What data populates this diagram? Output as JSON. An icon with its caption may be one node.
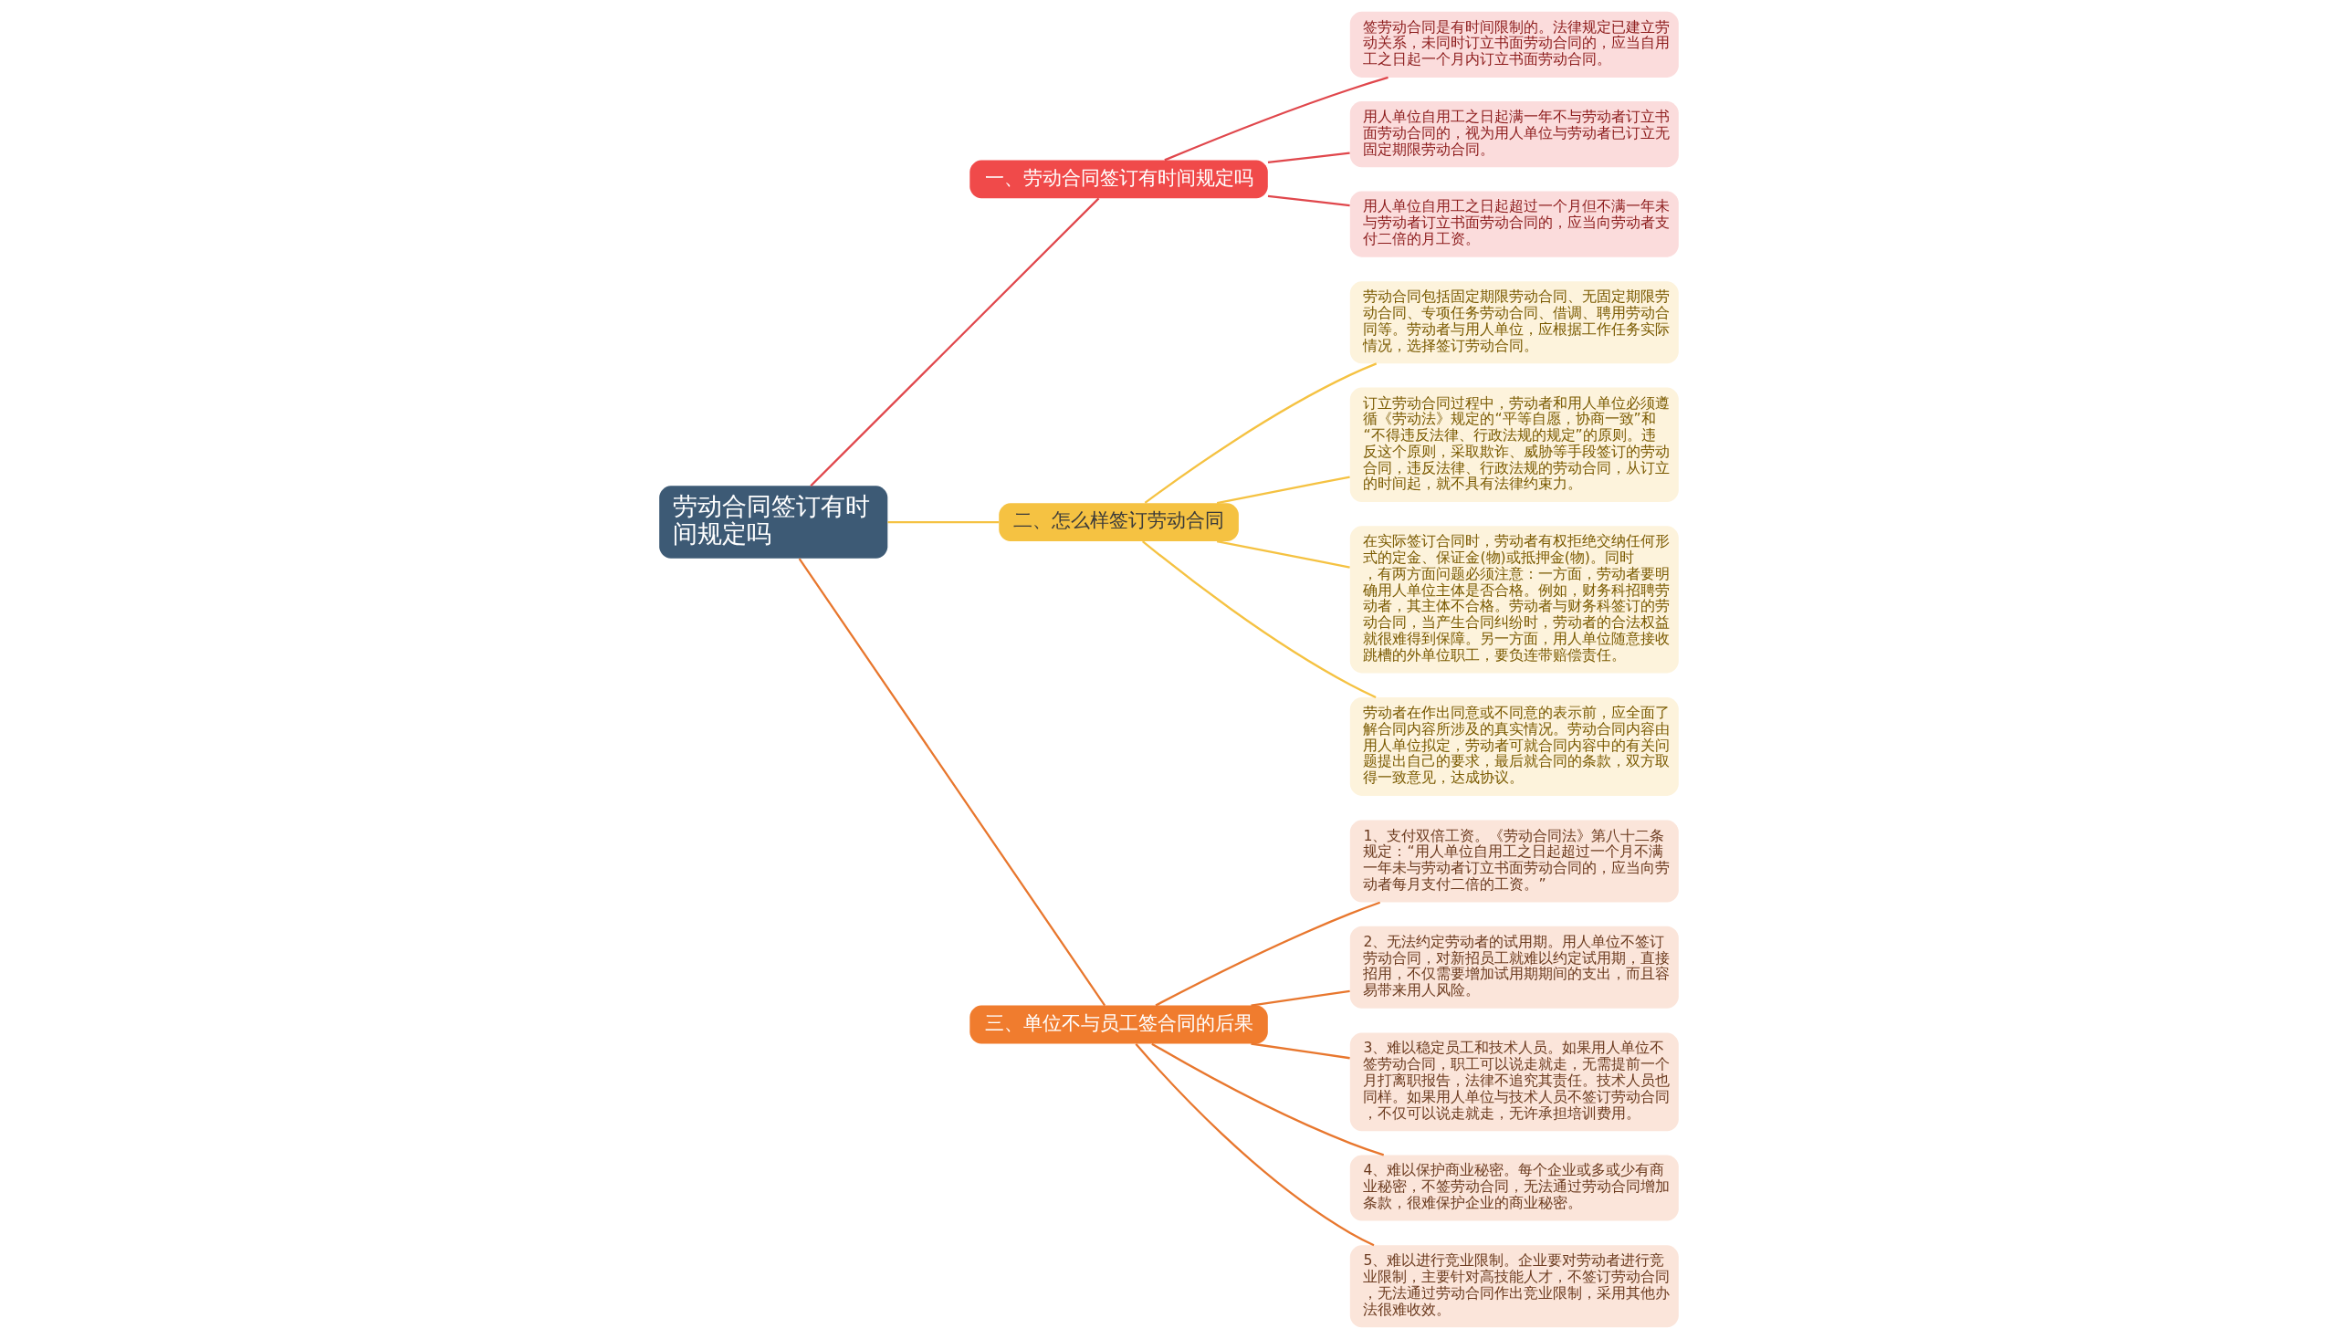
{
  "diagram": {
    "nodes": [
      {
        "text": [
          "劳动合同签订有时间规定吗"
        ]
      },
      {
        "text": [
          "一、劳动合同签订有时间规定吗"
        ]
      },
      {
        "text": [
          "签劳动合同是有时间限制的。法律规定已建立劳动关系，未同时订立书面劳动合同的，应当自用工之日起一个月内订立书面劳动合同。"
        ]
      },
      {
        "text": [
          "用人单位自用工之日起满一年不与劳动者订立书面劳动合同的，视为用人单位与劳动者已订立无固定期限劳动合同。"
        ]
      },
      {
        "text": [
          "用人单位自用工之日起超过一个月但不满一年未与劳动者订立书面劳动合同的，应当向劳动者支付二倍的月工资。"
        ]
      },
      {
        "text": [
          "二、怎么样签订劳动合同"
        ]
      },
      {
        "text": [
          "劳动合同包括固定期限劳动合同、无固定期限劳动合同、专项任务劳动合同、借调、聘用劳动合同等。劳动者与用人单位，应根据工作任务实际情况，选择签订劳动合同。"
        ]
      },
      {
        "text": [
          "订立劳动合同过程中，劳动者和用人单位必须遵循《劳动法》规定的“平等自愿，协商一致”和“不得违反法律、行政法规的规定”的原则。违反这个原则，采取欺诈、威胁等手段签订的劳动合同，违反法律、行政法规的劳动合同，从订立的时间起，就不具有法律约束力。"
        ]
      },
      {
        "text": [
          "在实际签订合同时，劳动者有权拒绝交纳任何形式的定金、保证金(物)或抵押金(物)。同时，有两方面问题必须注意：一方面，劳动者要明确用人单位主体是否合格。例如，财务科招聘劳动者，其主体不合格。劳动者与财务科签订的劳动合同，当产生合同纠纷时，劳动者的合法权益就很难得到保障。另一方面，用人单位随意接收跳槽的外单位职工，要负连带赔偿责任。"
        ]
      },
      {
        "text": [
          "劳动者在作出同意或不同意的表示前，应全面了解合同内容所涉及的真实情况。劳动合同内容由用人单位拟定，劳动者可就合同内容中的有关问题提出自己的要求，最后就合同的条款，双方取得一致意见，达成协议。"
        ]
      },
      {
        "text": [
          "三、单位不与员工签合同的后果"
        ]
      },
      {
        "text": [
          "1、支付双倍工资。《劳动合同法》第八十二条规定：“用人单位自用工之日起超过一个月不满一年未与劳动者订立书面劳动合同的，应当向劳动者每月支付二倍的工资。”"
        ]
      },
      {
        "text": [
          "2、无法约定劳动者的试用期。用人单位不签订劳动合同，对新招员工就难以约定试用期，直接招用，不仅需要增加试用期期间的支出，而且容易带来用人风险。"
        ]
      },
      {
        "text": [
          "3、难以稳定员工和技术人员。如果用人单位不签劳动合同，职工可以说走就走，无需提前一个月打离职报告，法律不追究其责任。技术人员也同样。如果用人单位与技术人员不签订劳动合同，不仅可以说走就走，无许承担培训费用。"
        ]
      },
      {
        "text": [
          "4、难以保护商业秘密。每个企业或多或少有商业秘密，不签劳动合同，无法通过劳动合同增加条款，很难保护企业的商业秘密。"
        ]
      },
      {
        "text": [
          "5、难以进行竞业限制。企业要对劳动者进行竞业限制，主要针对高技能人才，不签订劳动合同，无法通过劳动合同作出竞业限制，采用其他办法很难收效。"
        ]
      }
    ],
    "edges": [
      {
        "from": 0,
        "to": 1,
        "arrow": "none",
        "color": "#e0474c"
      },
      {
        "from": 1,
        "to": 2,
        "arrow": "none",
        "color": "#e0474c"
      },
      {
        "from": 1,
        "to": 3,
        "arrow": "none",
        "color": "#e0474c"
      },
      {
        "from": 1,
        "to": 4,
        "arrow": "none",
        "color": "#e0474c"
      },
      {
        "from": 0,
        "to": 5,
        "arrow": "none",
        "color": "#f5c242"
      },
      {
        "from": 5,
        "to": 6,
        "arrow": "none",
        "color": "#f5c242"
      },
      {
        "from": 5,
        "to": 7,
        "arrow": "none",
        "color": "#f5c242"
      },
      {
        "from": 5,
        "to": 8,
        "arrow": "none",
        "color": "#f5c242"
      },
      {
        "from": 5,
        "to": 9,
        "arrow": "none",
        "color": "#f5c242"
      },
      {
        "from": 0,
        "to": 10,
        "arrow": "none",
        "color": "#e8772e"
      },
      {
        "from": 10,
        "to": 11,
        "arrow": "none",
        "color": "#e8772e"
      },
      {
        "from": 10,
        "to": 12,
        "arrow": "none",
        "color": "#e8772e"
      },
      {
        "from": 10,
        "to": 13,
        "arrow": "none",
        "color": "#e8772e"
      },
      {
        "from": 10,
        "to": 14,
        "arrow": "none",
        "color": "#e8772e"
      },
      {
        "from": 10,
        "to": 15,
        "arrow": "none",
        "color": "#e8772e"
      }
    ]
  }
}
